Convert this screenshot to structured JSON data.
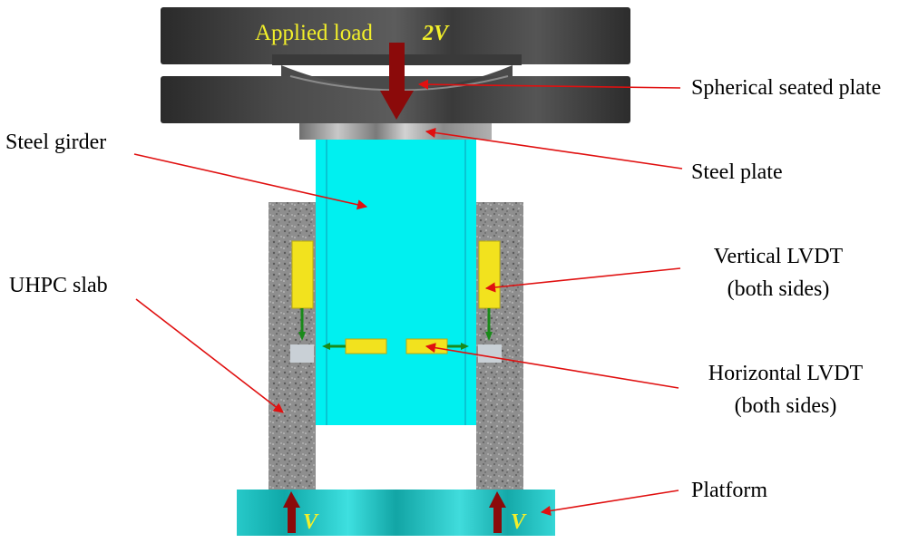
{
  "load": {
    "label": "Applied load",
    "value": "2V"
  },
  "reaction": {
    "left": "V",
    "right": "V"
  },
  "callouts": {
    "spherical_plate": "Spherical seated plate",
    "steel_plate": "Steel plate",
    "steel_girder": "Steel girder",
    "uhpc_slab": "UHPC slab",
    "vertical_lvdt": [
      "Vertical LVDT",
      "(both sides)"
    ],
    "horizontal_lvdt": [
      "Horizontal LVDT",
      "(both sides)"
    ],
    "platform": "Platform"
  },
  "colors": {
    "steel_girder": "#00f0f0",
    "platform": "#1ecfcf",
    "uhpc": "#8a8a8a",
    "lvdt": "#f2e21e",
    "load_arrow": "#8b0a0a",
    "leader": "#e01010",
    "press": "#3c3c3c"
  }
}
